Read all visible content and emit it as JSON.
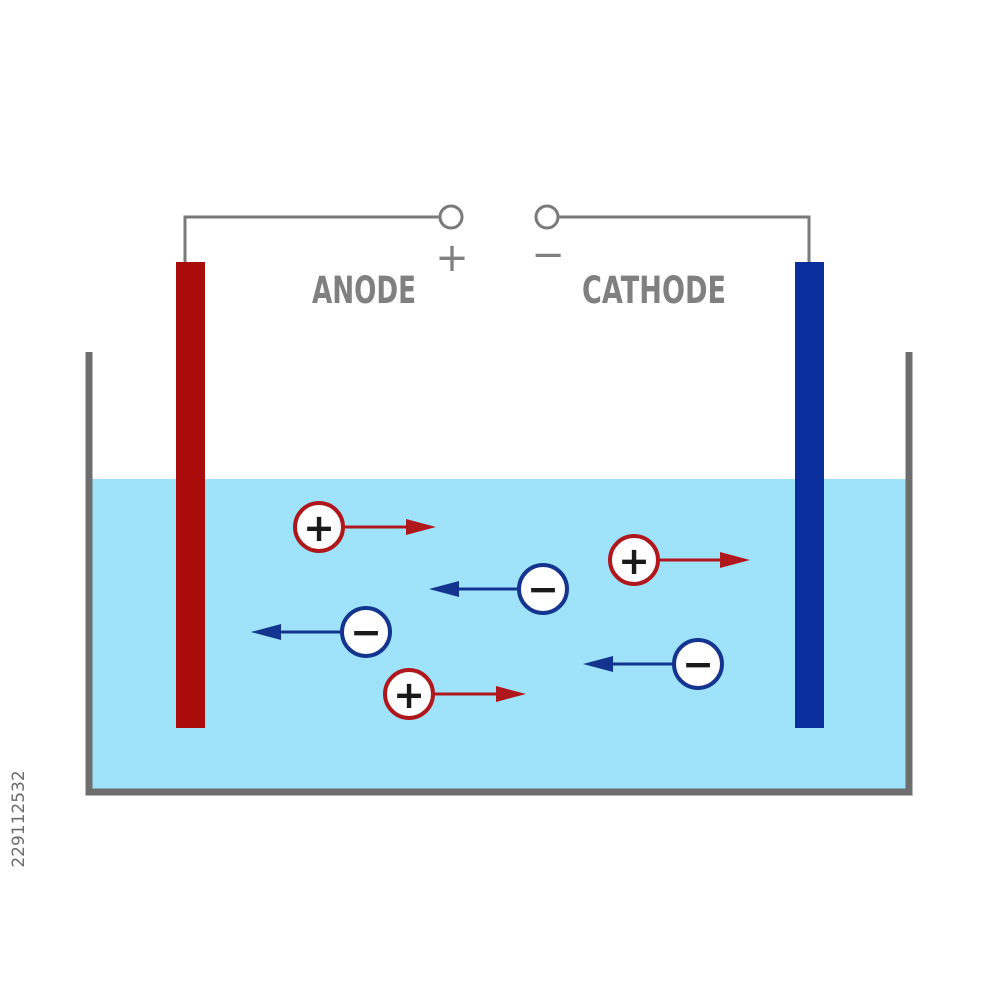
{
  "labels": {
    "anode": "ANODE",
    "cathode": "CATHODE",
    "anode_terminal_sign": "+",
    "cathode_terminal_sign": "−"
  },
  "ion_signs": {
    "positive": "+",
    "negative": "−"
  },
  "ions": [
    {
      "charge": "positive",
      "direction": "right"
    },
    {
      "charge": "negative",
      "direction": "left"
    },
    {
      "charge": "positive",
      "direction": "right"
    },
    {
      "charge": "negative",
      "direction": "left"
    },
    {
      "charge": "negative",
      "direction": "left"
    },
    {
      "charge": "positive",
      "direction": "right"
    }
  ],
  "colors": {
    "anode": "#aa0b0b",
    "cathode": "#0a2f9c",
    "electrolyte": "#9fe3fb",
    "container": "#6e6e6e",
    "wire": "#7a7a7a",
    "positive_ion": "#b0171c",
    "negative_ion": "#14358f",
    "label": "#808080"
  },
  "watermark": {
    "stock_id": "229112532"
  }
}
